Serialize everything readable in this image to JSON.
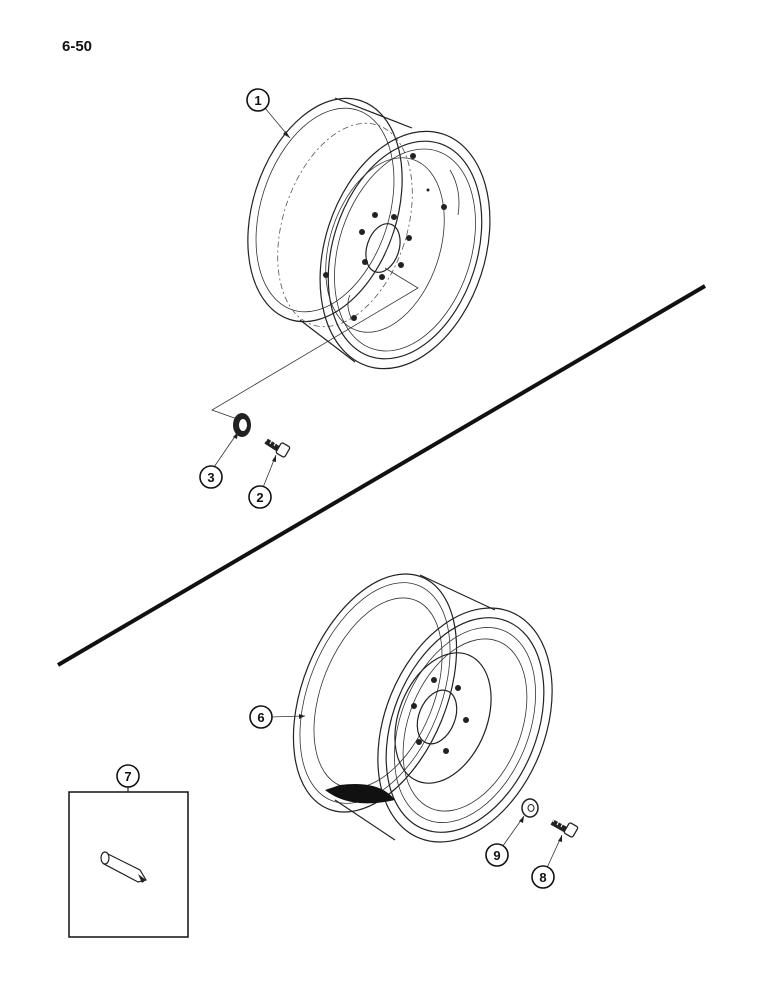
{
  "page": {
    "number": "6-50"
  },
  "callouts": [
    {
      "id": "rear-wheel",
      "label": "1"
    },
    {
      "id": "bolt-rear",
      "label": "2"
    },
    {
      "id": "washer-rear",
      "label": "3"
    },
    {
      "id": "front-wheel",
      "label": "6"
    },
    {
      "id": "valve-stem",
      "label": "7"
    },
    {
      "id": "bolt-front",
      "label": "8"
    },
    {
      "id": "washer-front",
      "label": "9"
    }
  ]
}
